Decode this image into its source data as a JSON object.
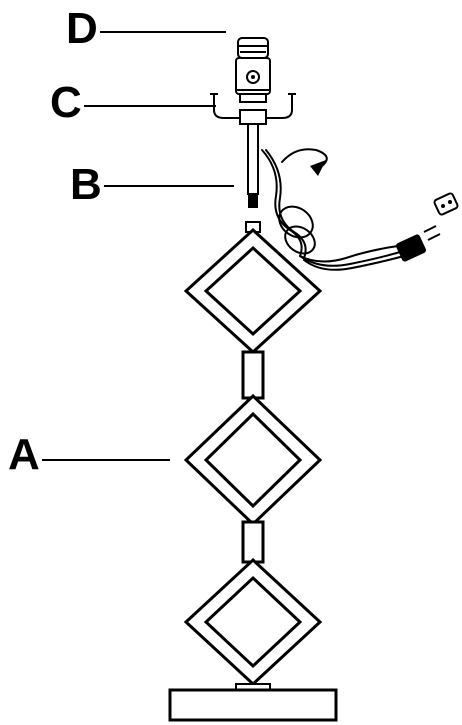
{
  "callouts": {
    "a": "A",
    "b": "B",
    "c": "C",
    "d": "D"
  },
  "colors": {
    "line": "#000000",
    "background": "#ffffff"
  },
  "icons": [
    "rotate-arrow-icon"
  ]
}
